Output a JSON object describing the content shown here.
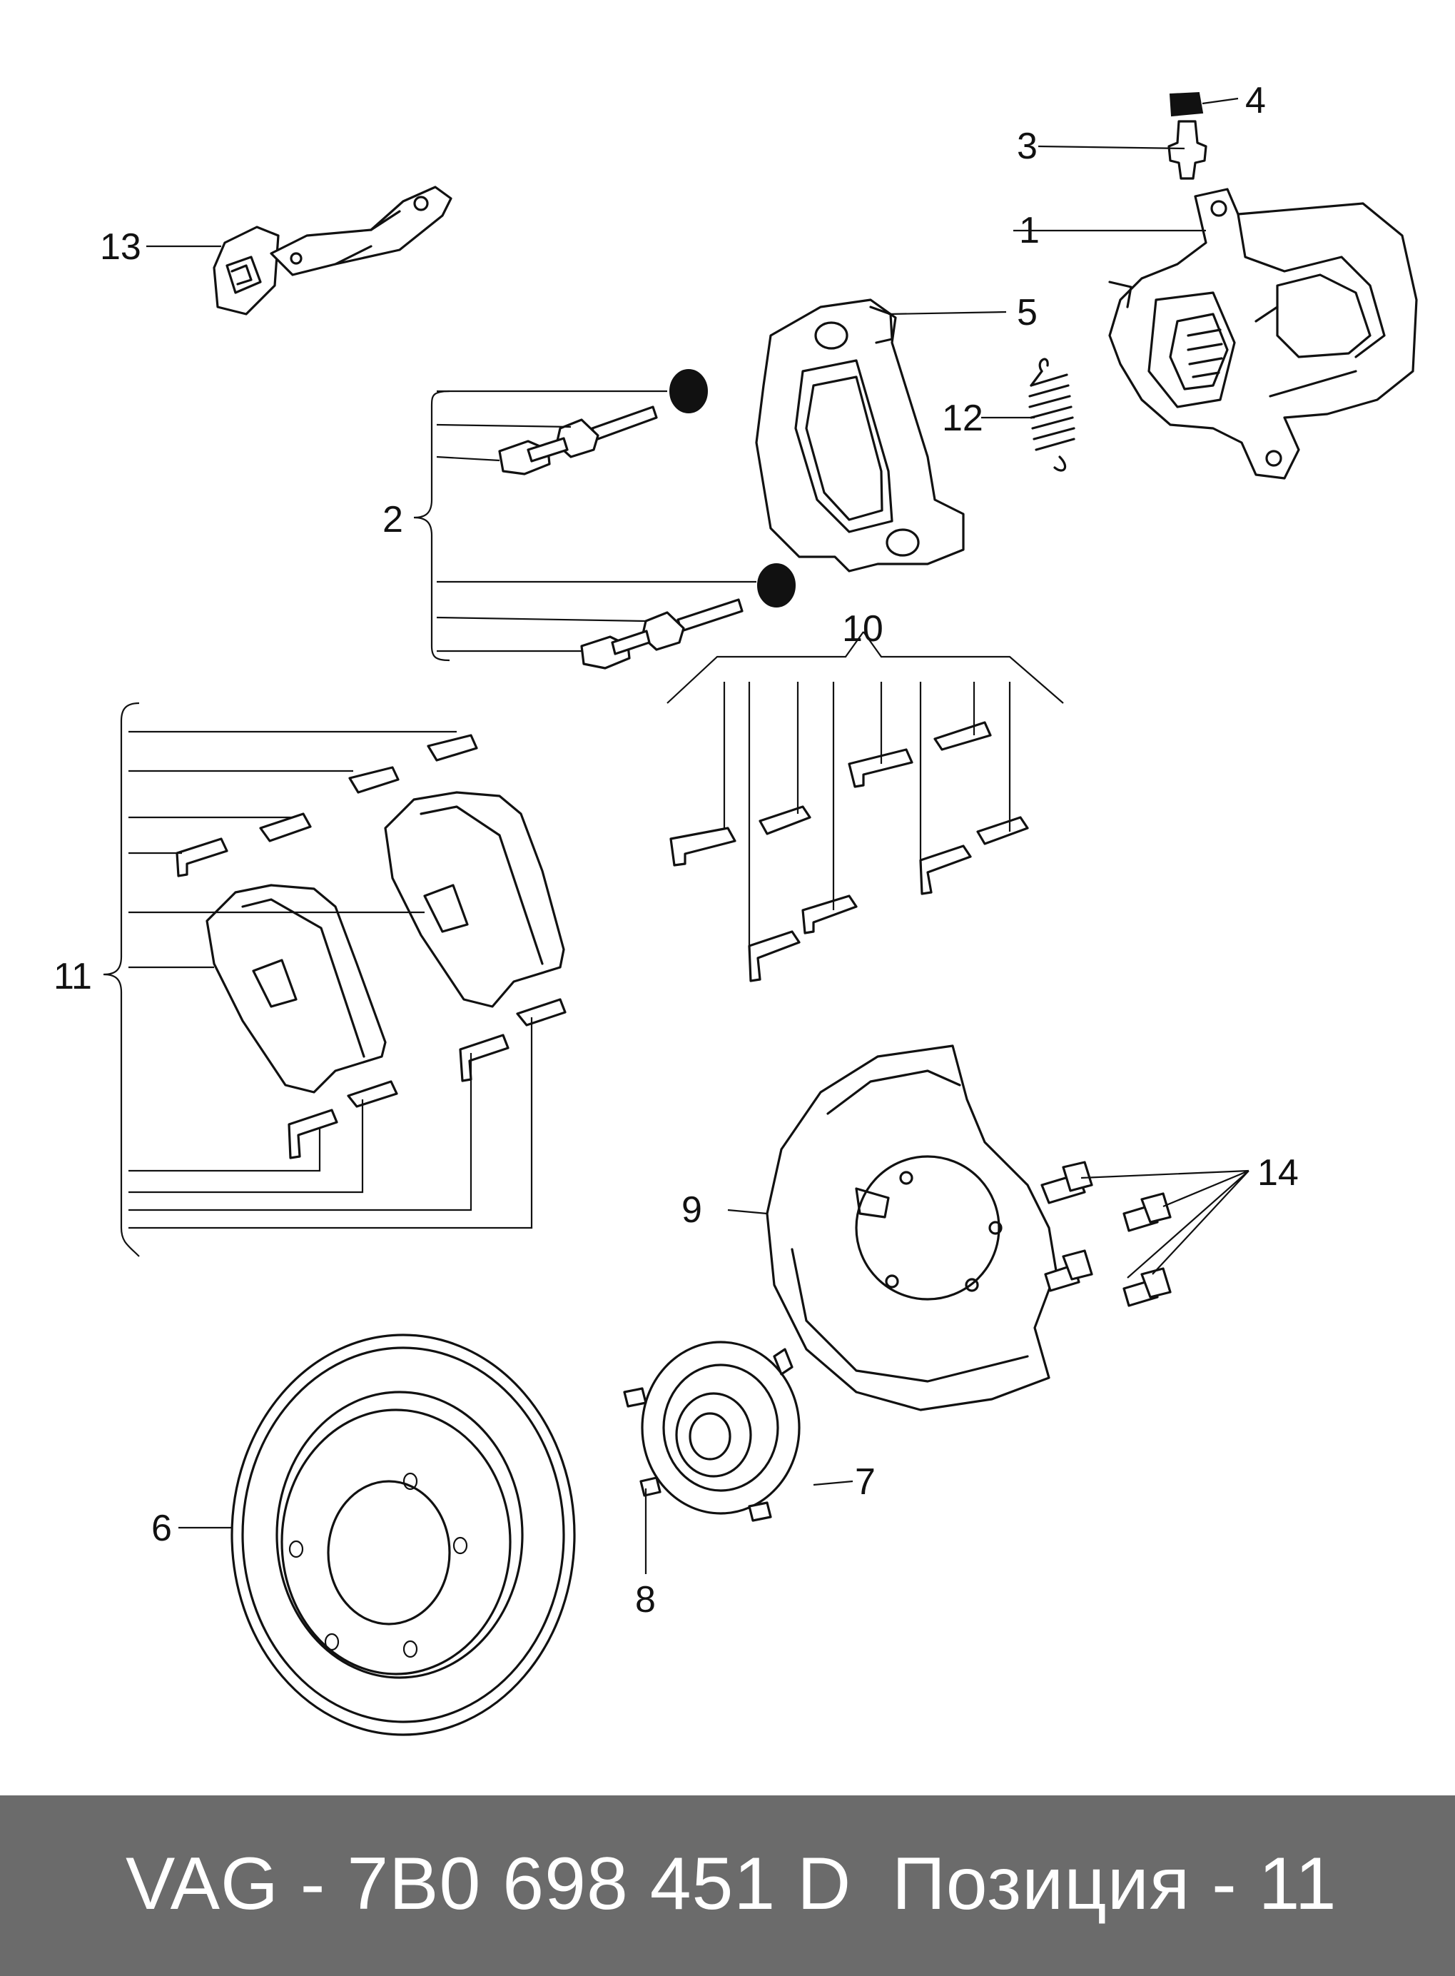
{
  "diagram": {
    "callouts": [
      "1",
      "2",
      "3",
      "4",
      "5",
      "6",
      "7",
      "8",
      "9",
      "10",
      "11",
      "12",
      "13",
      "14"
    ]
  },
  "footer": {
    "part_number": "VAG - 7B0 698 451 D",
    "position": "Позиция - 11"
  },
  "colors": {
    "footer_background": "#6b6b6b",
    "footer_text": "#ffffff",
    "line": "#111111"
  }
}
